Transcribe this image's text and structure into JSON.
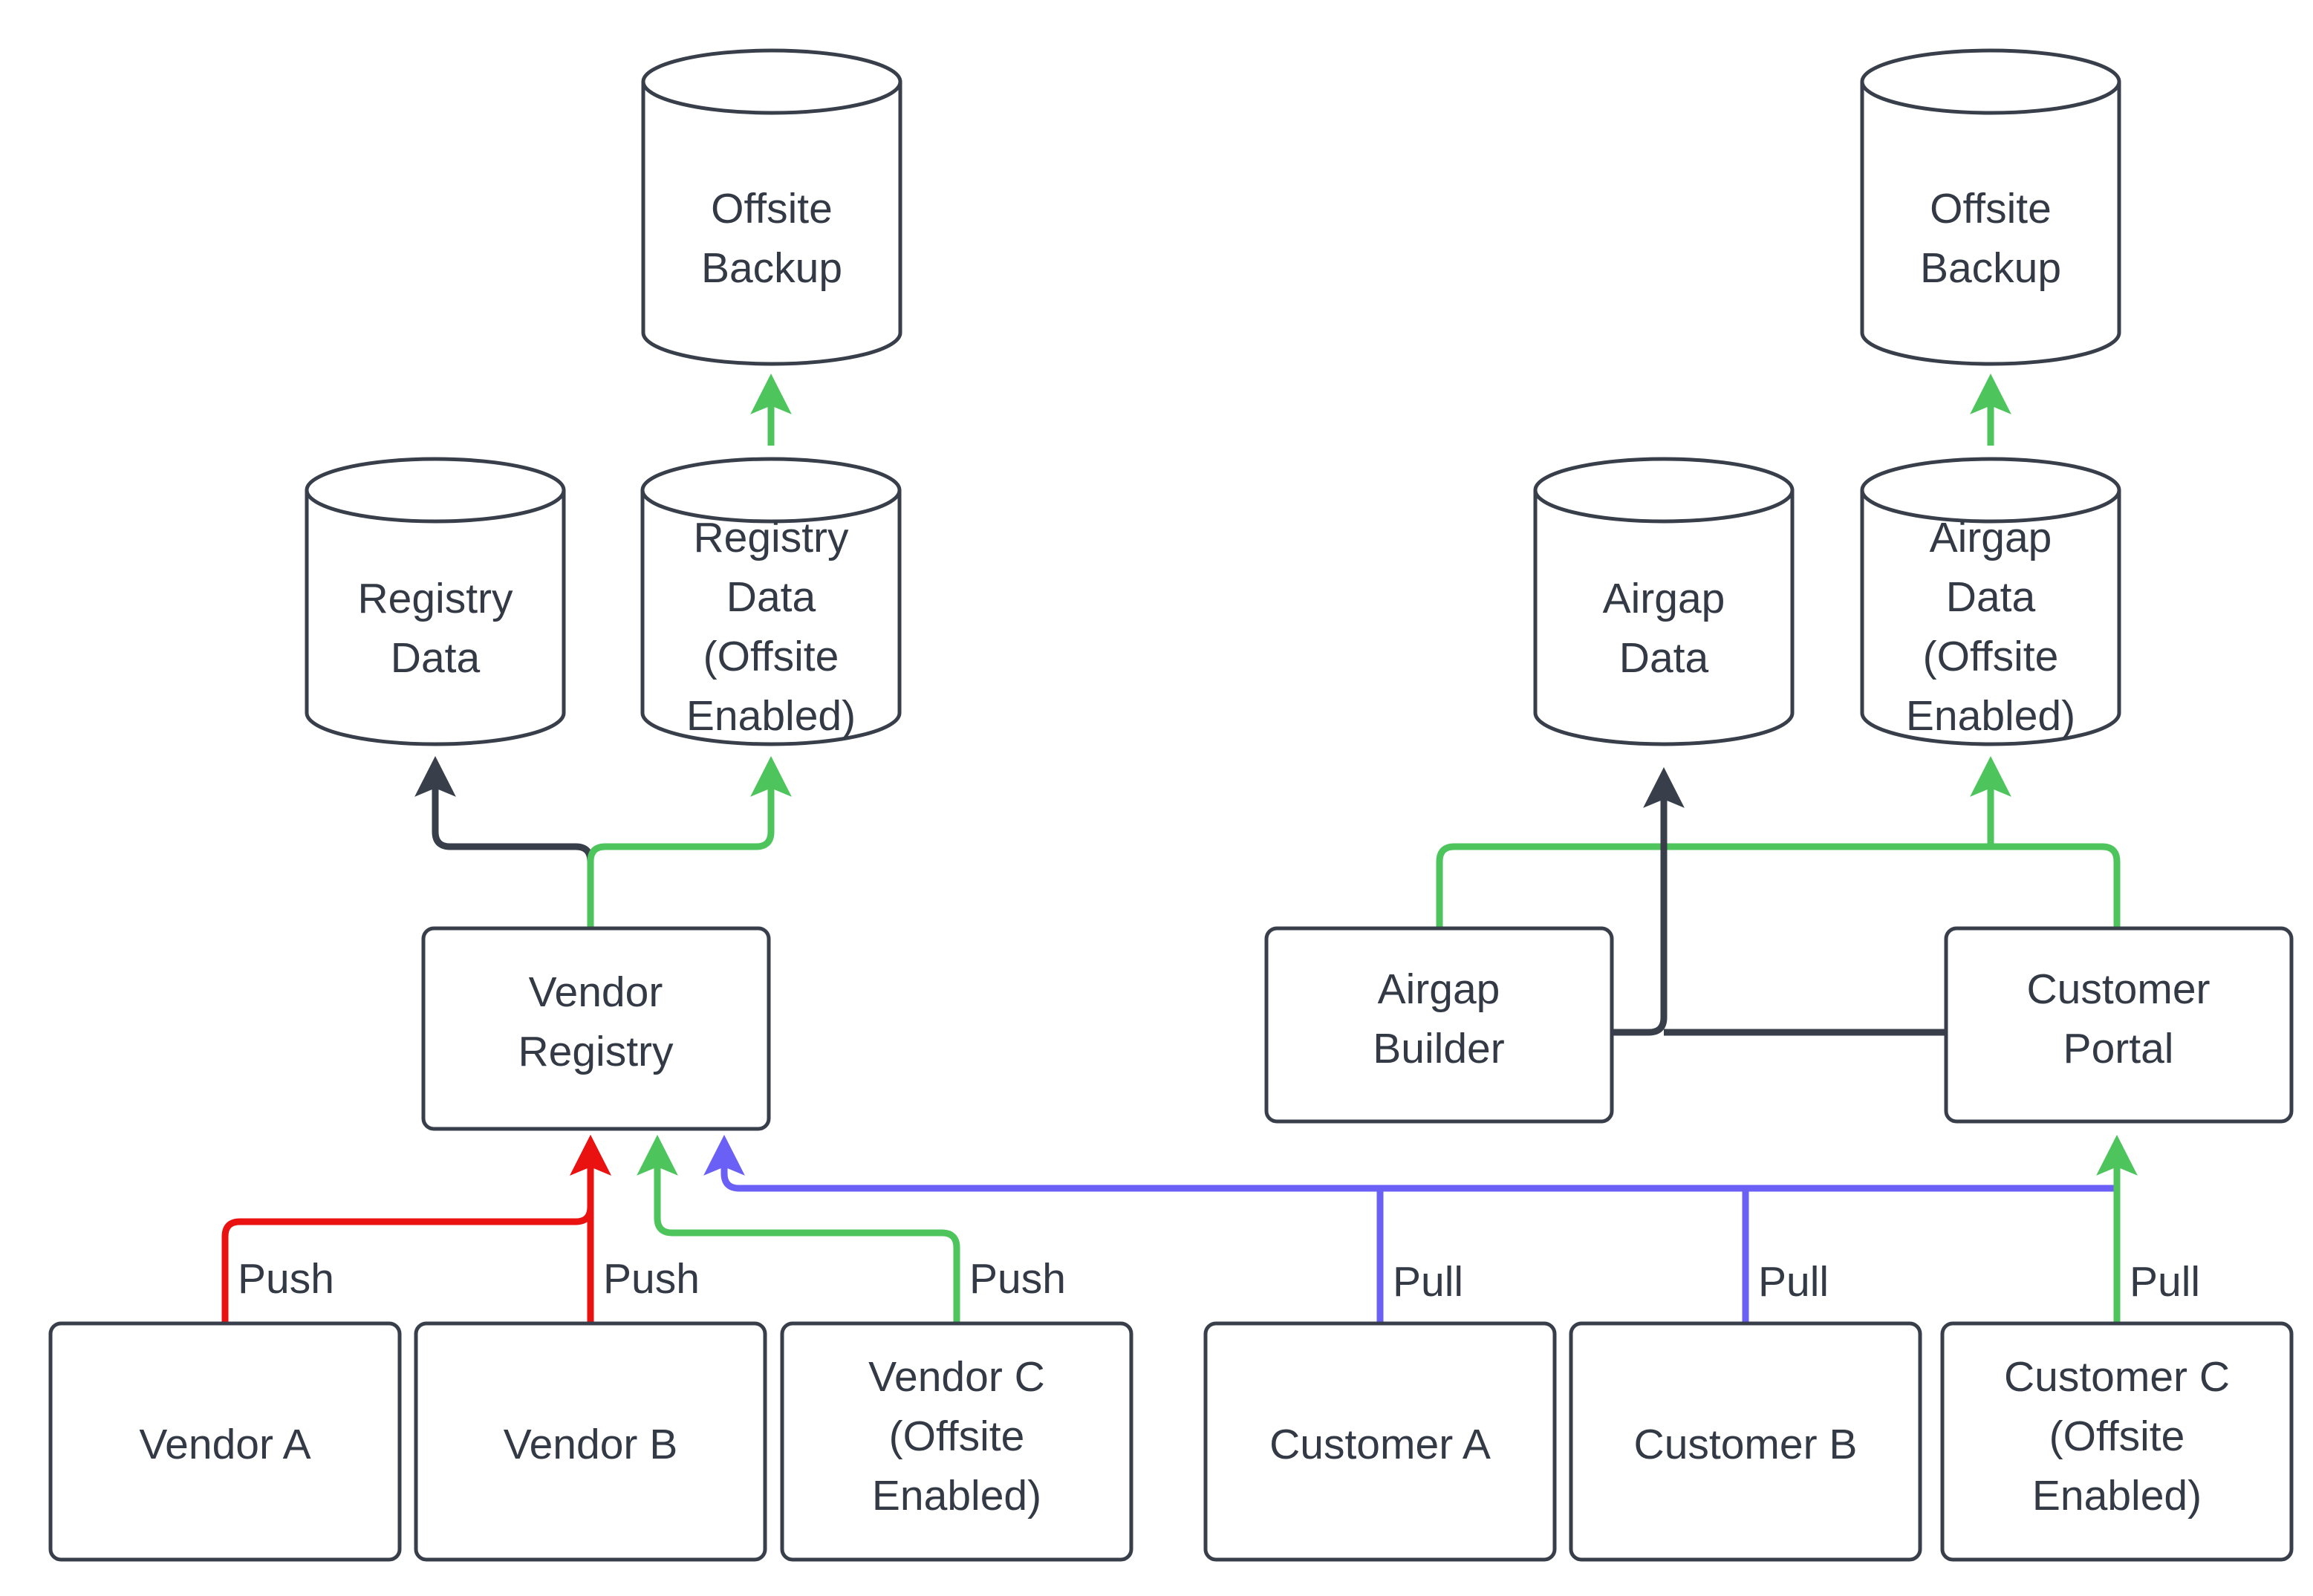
{
  "diagram": {
    "type": "flowchart",
    "title": "Vendor registry and airgap customer data flow",
    "colors": {
      "node_stroke": "#383f4b",
      "node_fill": "#ffffff",
      "text": "#333a45",
      "edge_dark": "#383f4b",
      "edge_green": "#4dc55c",
      "edge_red": "#ea1111",
      "edge_blue": "#6a60f5",
      "background": "#ffffff"
    },
    "nodes": {
      "offsite_backup_left": {
        "label_line1": "Offsite",
        "label_line2": "Backup",
        "shape": "cylinder"
      },
      "offsite_backup_right": {
        "label_line1": "Offsite",
        "label_line2": "Backup",
        "shape": "cylinder"
      },
      "registry_data": {
        "label_line1": "Registry",
        "label_line2": "Data",
        "shape": "cylinder"
      },
      "registry_data_offsite": {
        "label_line1": "Registry",
        "label_line2": "Data",
        "label_line3": "(Offsite",
        "label_line4": "Enabled)",
        "shape": "cylinder"
      },
      "airgap_data": {
        "label_line1": "Airgap",
        "label_line2": "Data",
        "shape": "cylinder"
      },
      "airgap_data_offsite": {
        "label_line1": "Airgap",
        "label_line2": "Data",
        "label_line3": "(Offsite",
        "label_line4": "Enabled)",
        "shape": "cylinder"
      },
      "vendor_registry": {
        "label_line1": "Vendor",
        "label_line2": "Registry",
        "shape": "box"
      },
      "airgap_builder": {
        "label_line1": "Airgap",
        "label_line2": "Builder",
        "shape": "box"
      },
      "customer_portal": {
        "label_line1": "Customer",
        "label_line2": "Portal",
        "shape": "box"
      },
      "vendor_a": {
        "label_line1": "Vendor A",
        "shape": "box"
      },
      "vendor_b": {
        "label_line1": "Vendor B",
        "shape": "box"
      },
      "vendor_c": {
        "label_line1": "Vendor C",
        "label_line2": "(Offsite",
        "label_line3": "Enabled)",
        "shape": "box"
      },
      "customer_a": {
        "label_line1": "Customer A",
        "shape": "box"
      },
      "customer_b": {
        "label_line1": "Customer B",
        "shape": "box"
      },
      "customer_c": {
        "label_line1": "Customer C",
        "label_line2": "(Offsite",
        "label_line3": "Enabled)",
        "shape": "box"
      }
    },
    "edge_labels": {
      "vendor_a_push": "Push",
      "vendor_b_push": "Push",
      "vendor_c_push": "Push",
      "customer_a_pull": "Pull",
      "customer_b_pull": "Pull",
      "customer_c_pull": "Pull"
    },
    "edges": [
      {
        "from": "vendor_a",
        "to": "vendor_registry",
        "label": "Push",
        "color": "#ea1111"
      },
      {
        "from": "vendor_b",
        "to": "vendor_registry",
        "label": "Push",
        "color": "#ea1111"
      },
      {
        "from": "vendor_c",
        "to": "vendor_registry",
        "label": "Push",
        "color": "#4dc55c"
      },
      {
        "from": "customer_a",
        "to": "vendor_registry",
        "label": "Pull",
        "color": "#6a60f5"
      },
      {
        "from": "customer_b",
        "to": "vendor_registry",
        "label": "Pull",
        "color": "#6a60f5"
      },
      {
        "from": "customer_c",
        "to": "customer_portal",
        "label": "Pull",
        "color": "#4dc55c"
      },
      {
        "from": "vendor_registry",
        "to": "registry_data",
        "label": "",
        "color": "#383f4b"
      },
      {
        "from": "vendor_registry",
        "to": "registry_data_offsite",
        "label": "",
        "color": "#4dc55c"
      },
      {
        "from": "registry_data_offsite",
        "to": "offsite_backup_left",
        "label": "",
        "color": "#4dc55c"
      },
      {
        "from": "airgap_builder",
        "to": "airgap_data_offsite",
        "label": "",
        "color": "#4dc55c"
      },
      {
        "from": "customer_portal",
        "to": "airgap_data",
        "label": "",
        "color": "#383f4b"
      },
      {
        "from": "customer_portal",
        "to": "airgap_data_offsite",
        "label": "",
        "color": "#4dc55c"
      },
      {
        "from": "airgap_data_offsite",
        "to": "offsite_backup_right",
        "label": "",
        "color": "#4dc55c"
      }
    ]
  }
}
